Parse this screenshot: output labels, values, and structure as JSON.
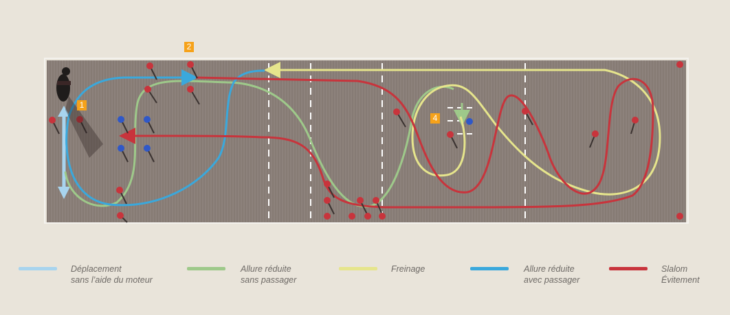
{
  "markers": {
    "m1": "1",
    "m2": "2",
    "m4": "4"
  },
  "legend": [
    {
      "label": "Déplacement\nsans l’aide du moteur",
      "color": "#a8d4ee"
    },
    {
      "label": "Allure réduite\nsans passager",
      "color": "#9ec98a"
    },
    {
      "label": "Freinage",
      "color": "#e6e58c"
    },
    {
      "label": "Allure réduite\navec passager",
      "color": "#3aa8dc"
    },
    {
      "label": "Slalom\nÉvitement",
      "color": "#c8343c"
    }
  ],
  "colors": {
    "background": "#e9e4da",
    "track": "#8b8079",
    "cone_red": "#c8343c",
    "cone_blue": "#2f58c8"
  }
}
